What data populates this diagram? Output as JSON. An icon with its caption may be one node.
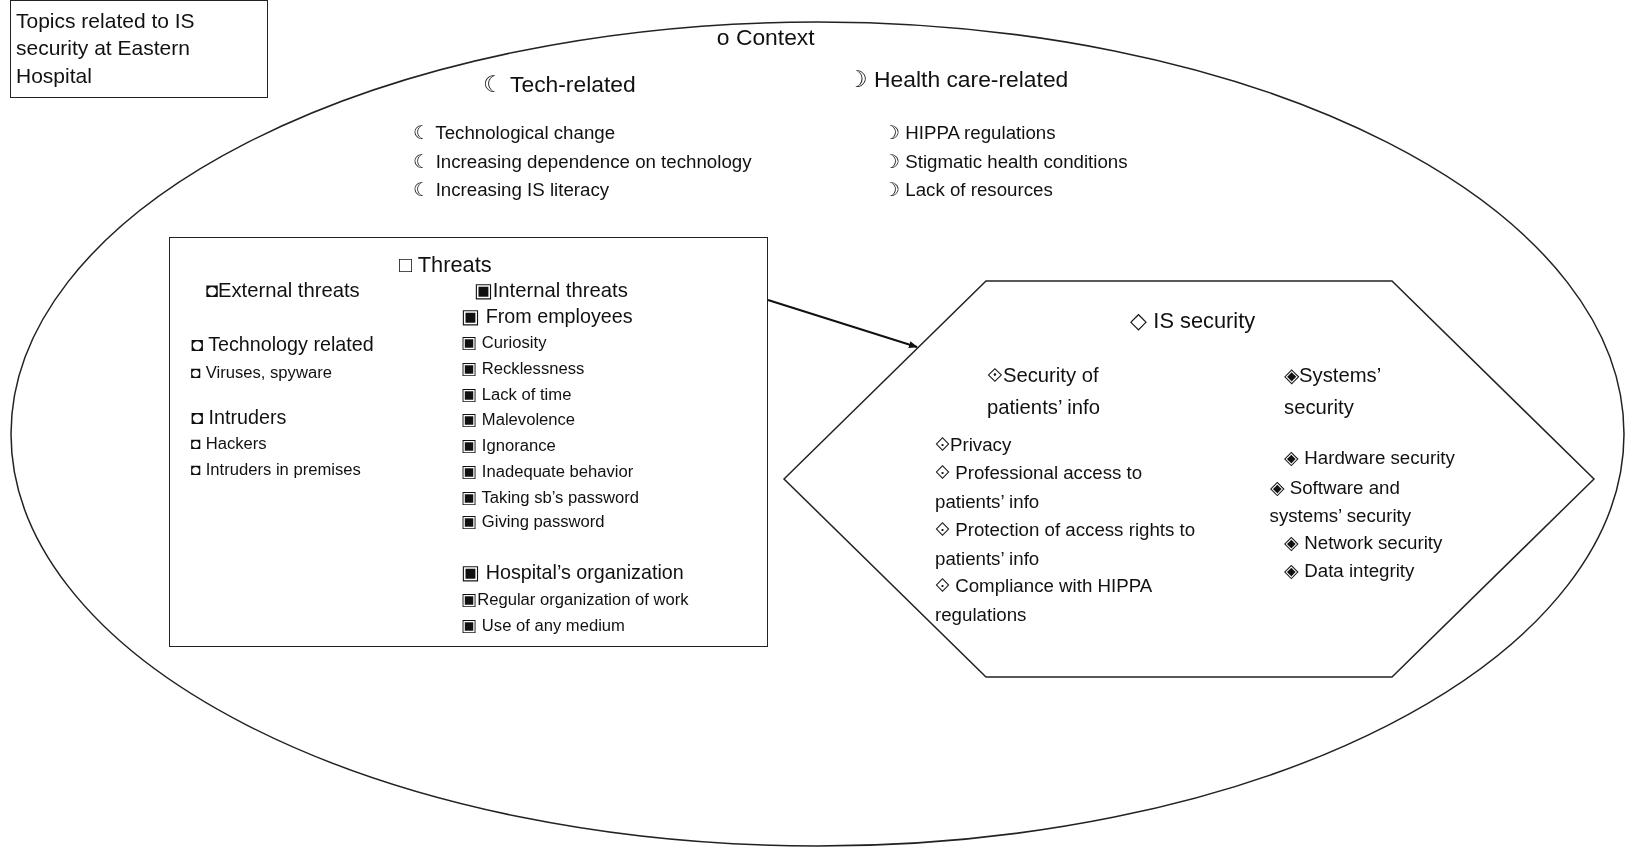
{
  "diagram": {
    "title": "Topics related to IS security at Eastern Hospital",
    "nodes": [
      {
        "text": [
          "o Context",
          "☾ Tech-related",
          "☾ Technological change",
          "☾ Increasing dependence on technology",
          "☾ Increasing IS literacy",
          "☽ Health care-related",
          "☽ HIPPA regulations",
          "☽ Stigmatic health conditions",
          "☽ Lack of resources"
        ]
      },
      {
        "text": [
          "□ Threats",
          "◘External threats",
          "◘ Technology related",
          "◘ Viruses, spyware",
          "◘ Intruders",
          "◘ Hackers",
          "◘ Intruders in premises",
          "▣Internal threats",
          "▣ From employees",
          "▣ Curiosity",
          "▣ Recklessness",
          "▣ Lack of time",
          "▣ Malevolence",
          "▣ Ignorance",
          "▣ Inadequate behavior",
          "▣ Taking sb’s password",
          "▣ Giving password",
          "▣ Hospital’s organization",
          "▣Regular organization of work",
          "▣ Use of any medium"
        ],
        "in": 0
      },
      {
        "text": [
          "◇ IS security",
          "⟐Security of patients’ info",
          "⟐Privacy",
          "⟐ Professional access to patients’ info",
          "⟐ Protection of access rights to patients’ info",
          "⟐ Compliance with HIPPA regulations",
          "◈Systems’ security",
          "◈ Hardware security",
          "◈ Software and systems’ security",
          "◈ Network security",
          "◈ Data integrity"
        ],
        "in": 0
      }
    ],
    "edges": [
      {
        "from": 1,
        "to": 2,
        "arrow": "to"
      }
    ]
  }
}
